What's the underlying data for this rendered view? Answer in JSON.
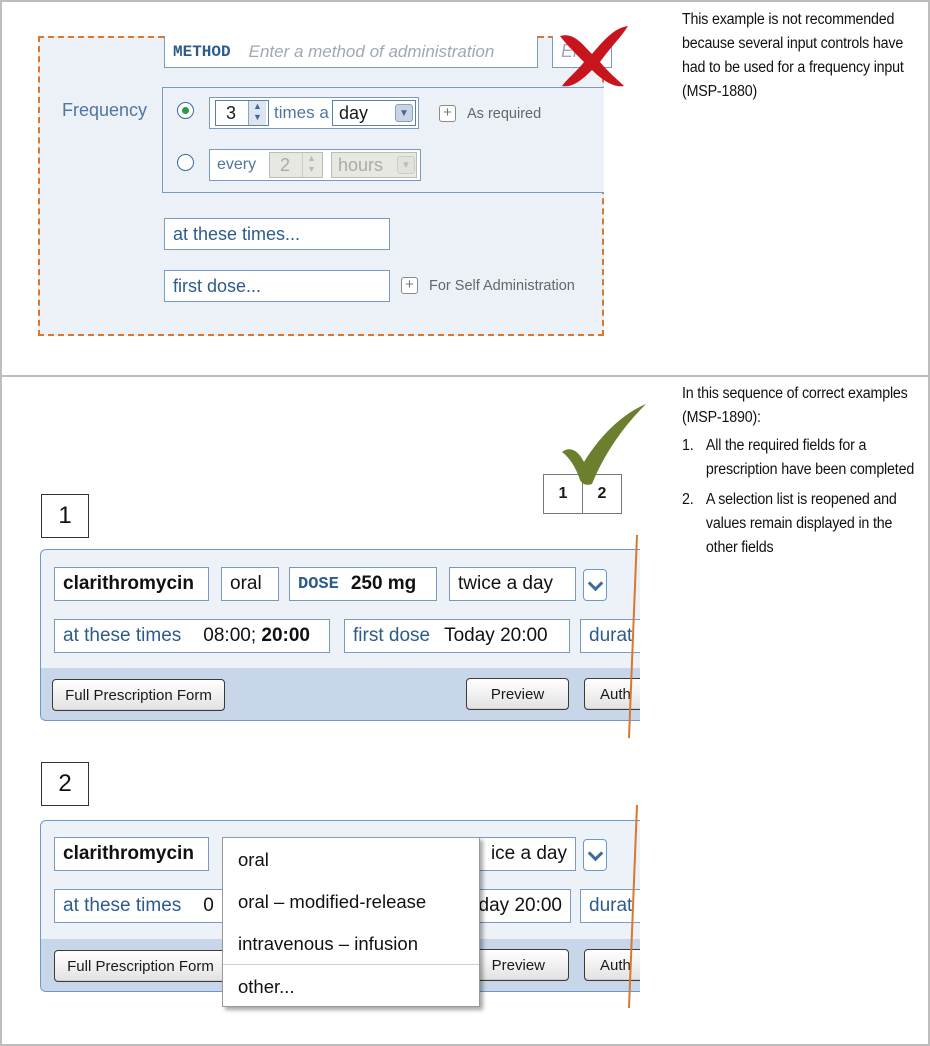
{
  "top_example": {
    "note": "This example is not recommended because several input controls have had to be used for a frequency input (MSP-1880)",
    "method_label": "METHOD",
    "method_placeholder": "Enter a method of administration",
    "method_field_cut": "En",
    "frequency_label": "Frequency",
    "count_value": "3",
    "times_a": "times a",
    "period_value": "day",
    "as_required": "As required",
    "every": "every",
    "every_value": "2",
    "every_unit": "hours",
    "at_these_times": "at these times...",
    "first_dose": "first dose...",
    "self_admin": "For Self Administration",
    "verdict_icon": "red-cross-icon"
  },
  "bottom_example": {
    "note_intro": "In this sequence of correct examples (MSP-1890):",
    "note_items": [
      {
        "num": "1.",
        "text": "All the required fields for a prescription have been completed"
      },
      {
        "num": "2.",
        "text": "A selection list is reopened and values remain displayed in the other fields"
      }
    ],
    "verdict_icon": "green-check-icon",
    "page_tabs": [
      "1",
      "2"
    ],
    "step1": {
      "number": "1",
      "drug": "clarithromycin",
      "route": "oral",
      "dose_label": "DOSE",
      "dose_value": "250 mg",
      "frequency": "twice a day",
      "times_label": "at these times",
      "times_value_plain": "08:00; ",
      "times_value_bold": "20:00",
      "first_dose_label": "first dose",
      "first_dose_value": "Today 20:00",
      "duration_cut": "durat",
      "full_form_btn": "Full Prescription Form",
      "preview_btn": "Preview",
      "authorise_cut": "Auth"
    },
    "step2": {
      "number": "2",
      "drug": "clarithromycin",
      "frequency_cut": "ice a day",
      "times_label": "at these times",
      "times_cut": "0",
      "first_dose_cut": "day 20:00",
      "duration_cut": "durat",
      "full_form_btn": "Full Prescription Form",
      "preview_btn": "Preview",
      "authorise_cut": "Auth",
      "dropdown_options": [
        "oral",
        "oral – modified-release",
        "intravenous – infusion",
        "other..."
      ]
    }
  },
  "colors": {
    "accent_blue": "#2d5b8c",
    "dashed_orange": "#d9782c",
    "cross_red": "#c8141c",
    "check_green": "#6b7f2e"
  }
}
